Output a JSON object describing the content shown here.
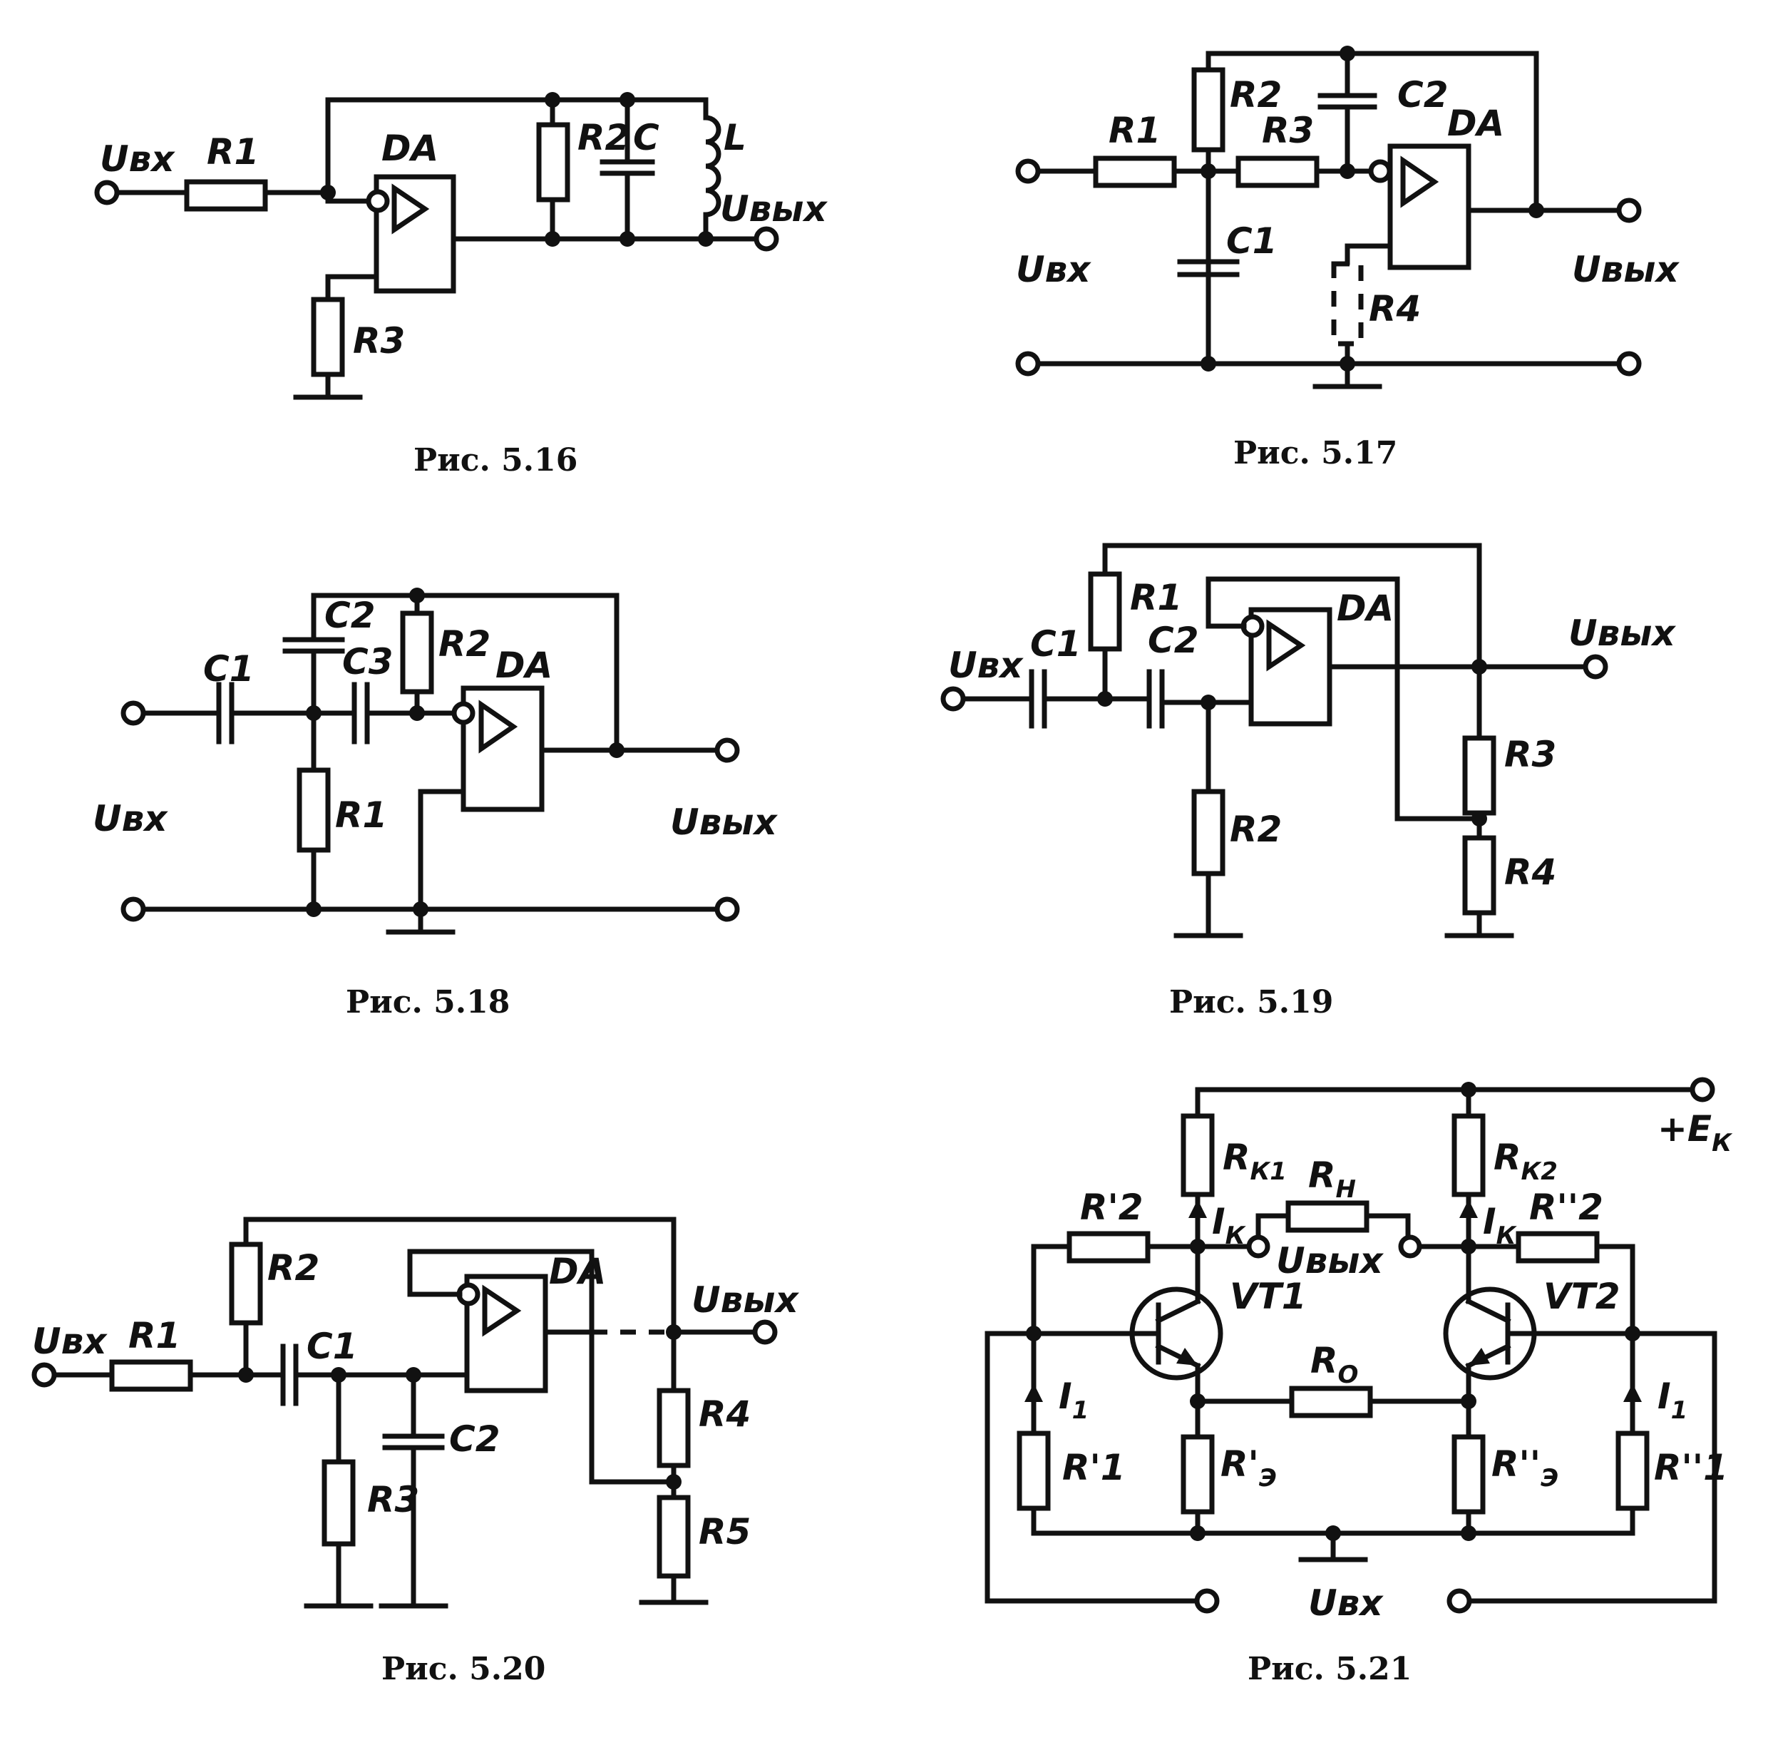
{
  "captions": {
    "f16": "Рис. 5.16",
    "f17": "Рис. 5.17",
    "f18": "Рис. 5.18",
    "f19": "Рис. 5.19",
    "f20": "Рис. 5.20",
    "f21": "Рис. 5.21"
  },
  "fig16": {
    "uin": "Uвх",
    "uout": "Uвых",
    "r1": "R1",
    "r2": "R2",
    "r3": "R3",
    "c": "C",
    "l": "L",
    "da": "DA"
  },
  "fig17": {
    "uin": "Uвх",
    "uout": "Uвых",
    "r1": "R1",
    "r2": "R2",
    "r3": "R3",
    "r4": "R4",
    "c1": "C1",
    "c2": "C2",
    "da": "DA"
  },
  "fig18": {
    "uin": "Uвх",
    "uout": "Uвых",
    "r1": "R1",
    "r2": "R2",
    "c1": "C1",
    "c2": "C2",
    "c3": "C3",
    "da": "DA"
  },
  "fig19": {
    "uin": "Uвх",
    "uout": "Uвых",
    "r1": "R1",
    "r2": "R2",
    "r3": "R3",
    "r4": "R4",
    "c1": "C1",
    "c2": "C2",
    "da": "DA"
  },
  "fig20": {
    "uin": "Uвх",
    "uout": "Uвых",
    "r1": "R1",
    "r2": "R2",
    "r3": "R3",
    "r4": "R4",
    "r5": "R5",
    "c1": "C1",
    "c2": "C2",
    "da": "DA"
  },
  "fig21": {
    "ek": "+E",
    "ek_sub": "К",
    "rk1": "R",
    "rk1_sub": "К1",
    "rk2": "R",
    "rk2_sub": "К2",
    "rn": "R",
    "rn_sub": "Н",
    "ro": "R",
    "ro_sub": "О",
    "r2a": "R'2",
    "r2b": "R''2",
    "r1a": "R'1",
    "r1b": "R''1",
    "rea": "R'",
    "rea_sub": "Э",
    "reb": "R''",
    "reb_sub": "Э",
    "ik1": "I",
    "ik1_sub": "К",
    "ik2": "I",
    "ik2_sub": "К",
    "i1a": "I",
    "i1a_sub": "1",
    "i1b": "I",
    "i1b_sub": "1",
    "vt1": "VT1",
    "vt2": "VT2",
    "uout": "Uвых",
    "uin": "Uвх"
  }
}
